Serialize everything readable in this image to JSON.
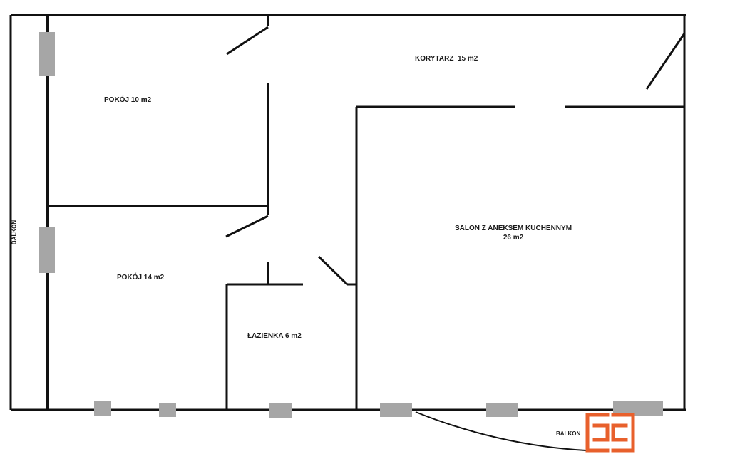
{
  "plan": {
    "rooms": [
      {
        "id": "pokoj-1",
        "label": "POKÓJ 10 m2"
      },
      {
        "id": "pokoj-2",
        "label": "POKÓJ 14 m2"
      },
      {
        "id": "korytarz",
        "label": "KORYTARZ  15 m2"
      },
      {
        "id": "lazienka",
        "label": "ŁAZIENKA 6 m2"
      },
      {
        "id": "salon",
        "line1": "SALON Z ANEKSEM KUCHENNYM",
        "line2": "26 m2"
      }
    ],
    "balcony_left": "BALKON",
    "balcony_bottom": "BALKON"
  },
  "colors": {
    "wall": "#111111",
    "window": "#a6a6a6",
    "logo": "#e8602c"
  }
}
